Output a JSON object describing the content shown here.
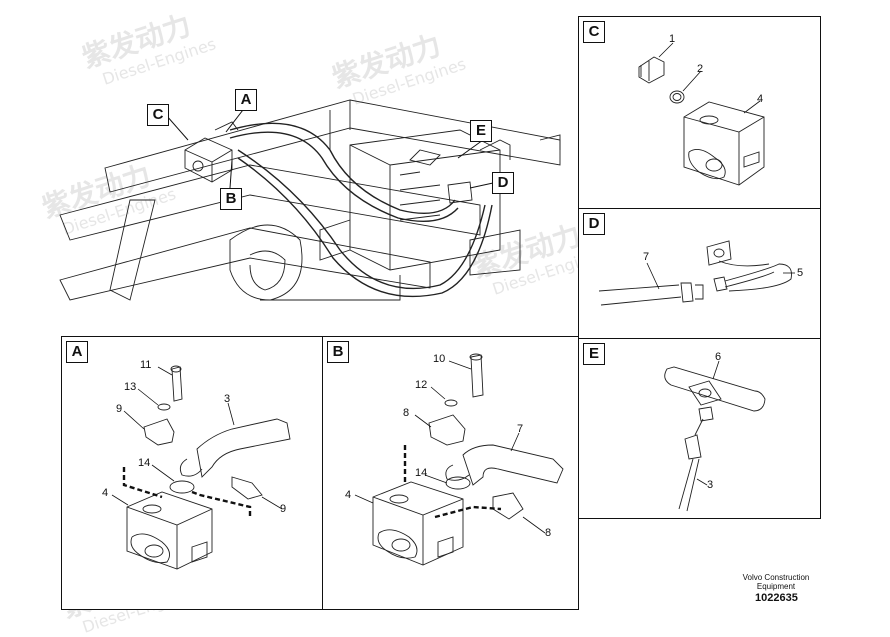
{
  "watermark": {
    "brand": "紫发动力",
    "sub": "Diesel-Engines"
  },
  "overview": {
    "callouts": [
      "C",
      "A",
      "B",
      "E",
      "D"
    ]
  },
  "panels": {
    "A": {
      "label": "A",
      "numbers": [
        "11",
        "13",
        "9",
        "3",
        "14",
        "4",
        "9"
      ]
    },
    "B": {
      "label": "B",
      "numbers": [
        "10",
        "12",
        "8",
        "7",
        "14",
        "4",
        "8"
      ]
    },
    "C": {
      "label": "C",
      "numbers": [
        "1",
        "2",
        "4"
      ]
    },
    "D": {
      "label": "D",
      "numbers": [
        "7",
        "5"
      ]
    },
    "E": {
      "label": "E",
      "numbers": [
        "6",
        "3"
      ]
    }
  },
  "footer": {
    "line1": "Volvo Construction",
    "line2": "Equipment",
    "drawing_number": "1022635"
  }
}
